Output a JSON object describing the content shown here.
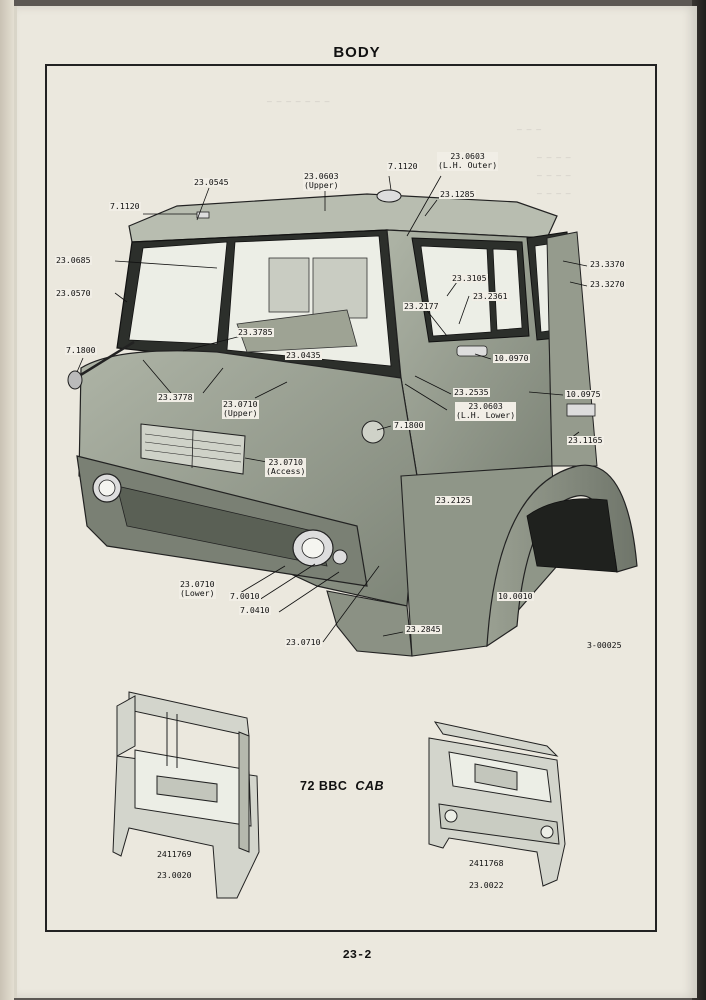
{
  "header": {
    "title": "BODY"
  },
  "page_number": "23-2",
  "figure_code": "3-00025",
  "cab_title": {
    "model": "72 BBC",
    "word": "CAB"
  },
  "callouts": {
    "c1": "23.0545",
    "c2": "23.0603",
    "c2b": "(Upper)",
    "c3": "7.1120",
    "c4": "23.0603",
    "c4b": "(L.H. Outer)",
    "c5": "7.1120",
    "c6": "23.1285",
    "c7": "23.0685",
    "c8": "23.0570",
    "c9": "23.3370",
    "c10": "23.3270",
    "c11": "23.3105",
    "c12": "23.2361",
    "c13": "23.2177",
    "c14": "23.3785",
    "c15": "7.1800",
    "c16": "23.0435",
    "c17": "10.0970",
    "c18": "23.3778",
    "c19": "23.0710",
    "c19b": "(Upper)",
    "c20": "23.2535",
    "c21": "23.0603",
    "c21b": "(L.H. Lower)",
    "c22": "10.0975",
    "c23": "7.1800",
    "c24": "23.1165",
    "c25": "23.0710",
    "c25b": "(Access)",
    "c26": "23.2125",
    "c27": "23.0710",
    "c27b": "(Lower)",
    "c28": "7.0010",
    "c29": "7.0410",
    "c30": "10.0010",
    "c31": "23.0710",
    "c32": "23.2845"
  },
  "panels": {
    "left": {
      "part_no": "2411769",
      "ref": "23.0020"
    },
    "right": {
      "part_no": "2411768",
      "ref": "23.0022"
    }
  },
  "colors": {
    "paper": "#ebe8de",
    "ink": "#111111",
    "cab_body": "#8f9688"
  }
}
